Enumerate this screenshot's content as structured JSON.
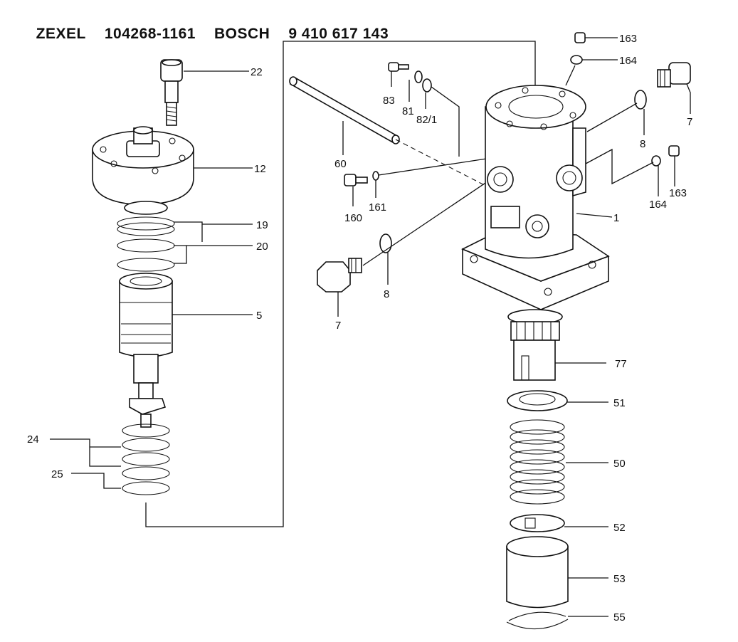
{
  "header": {
    "maker": "ZEXEL",
    "part_no": "104268-1161",
    "brand": "BOSCH",
    "brand_no": "9 410 617 143"
  },
  "callouts": {
    "c22": "22",
    "c12": "12",
    "c19": "19",
    "c20": "20",
    "c5": "5",
    "c24": "24",
    "c25": "25",
    "c60": "60",
    "c83": "83",
    "c81": "81",
    "c82_1": "82/1",
    "c160": "160",
    "c161": "161",
    "c7a": "7",
    "c8a": "8",
    "c163a": "163",
    "c164a": "164",
    "c7b": "7",
    "c8b": "8",
    "c164b": "164",
    "c163b": "163",
    "c1": "1",
    "c77": "77",
    "c51": "51",
    "c50": "50",
    "c52": "52",
    "c53": "53",
    "c55": "55"
  }
}
